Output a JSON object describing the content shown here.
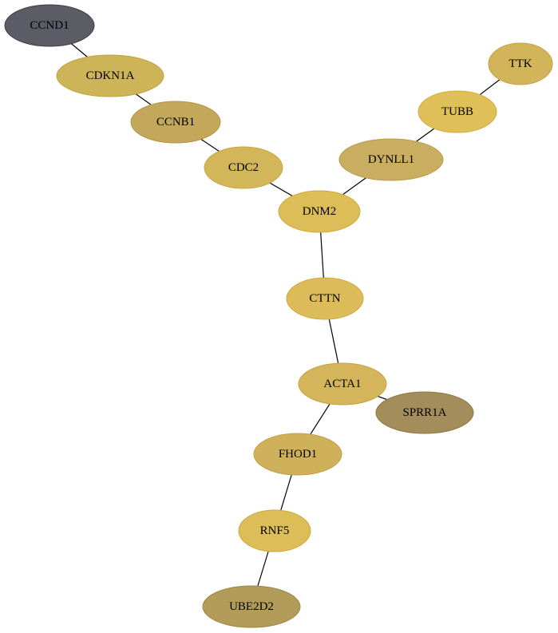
{
  "graph": {
    "nodes": [
      {
        "id": "ccnd1",
        "label": "CCND1",
        "fill": "#5b5c66",
        "stroke": "#3f4049"
      },
      {
        "id": "cdkn1a",
        "label": "CDKN1A",
        "fill": "#ceb459",
        "stroke": "#c0a23f"
      },
      {
        "id": "ccnb1",
        "label": "CCNB1",
        "fill": "#c3a75b",
        "stroke": "#b69645"
      },
      {
        "id": "cdc2",
        "label": "CDC2",
        "fill": "#d4b65a",
        "stroke": "#c8a640"
      },
      {
        "id": "dnm2",
        "label": "DNM2",
        "fill": "#ddbd58",
        "stroke": "#d0aa3b"
      },
      {
        "id": "dynll1",
        "label": "DYNLL1",
        "fill": "#c9ad60",
        "stroke": "#ba9c47"
      },
      {
        "id": "tubb",
        "label": "TUBB",
        "fill": "#dfbf58",
        "stroke": "#d2ad3c"
      },
      {
        "id": "ttk",
        "label": "TTK",
        "fill": "#d2b45b",
        "stroke": "#c4a240"
      },
      {
        "id": "cttn",
        "label": "CTTN",
        "fill": "#dcbc59",
        "stroke": "#cea93d"
      },
      {
        "id": "acta1",
        "label": "ACTA1",
        "fill": "#d4b55b",
        "stroke": "#c6a340"
      },
      {
        "id": "sprr1a",
        "label": "SPRR1A",
        "fill": "#a28d5b",
        "stroke": "#8c7844"
      },
      {
        "id": "fhod1",
        "label": "FHOD1",
        "fill": "#cfb15c",
        "stroke": "#c19f42"
      },
      {
        "id": "rnf5",
        "label": "RNF5",
        "fill": "#dcbd58",
        "stroke": "#cfaa3c"
      },
      {
        "id": "ube2d2",
        "label": "UBE2D2",
        "fill": "#b39c59",
        "stroke": "#9f8843"
      }
    ],
    "edges": [
      {
        "source": "ccnd1",
        "target": "cdkn1a"
      },
      {
        "source": "cdkn1a",
        "target": "ccnb1"
      },
      {
        "source": "ccnb1",
        "target": "cdc2"
      },
      {
        "source": "cdc2",
        "target": "dnm2"
      },
      {
        "source": "dnm2",
        "target": "dynll1"
      },
      {
        "source": "dynll1",
        "target": "tubb"
      },
      {
        "source": "tubb",
        "target": "ttk"
      },
      {
        "source": "dnm2",
        "target": "cttn"
      },
      {
        "source": "cttn",
        "target": "acta1"
      },
      {
        "source": "acta1",
        "target": "sprr1a"
      },
      {
        "source": "acta1",
        "target": "fhod1"
      },
      {
        "source": "fhod1",
        "target": "rnf5"
      },
      {
        "source": "rnf5",
        "target": "ube2d2"
      }
    ]
  }
}
